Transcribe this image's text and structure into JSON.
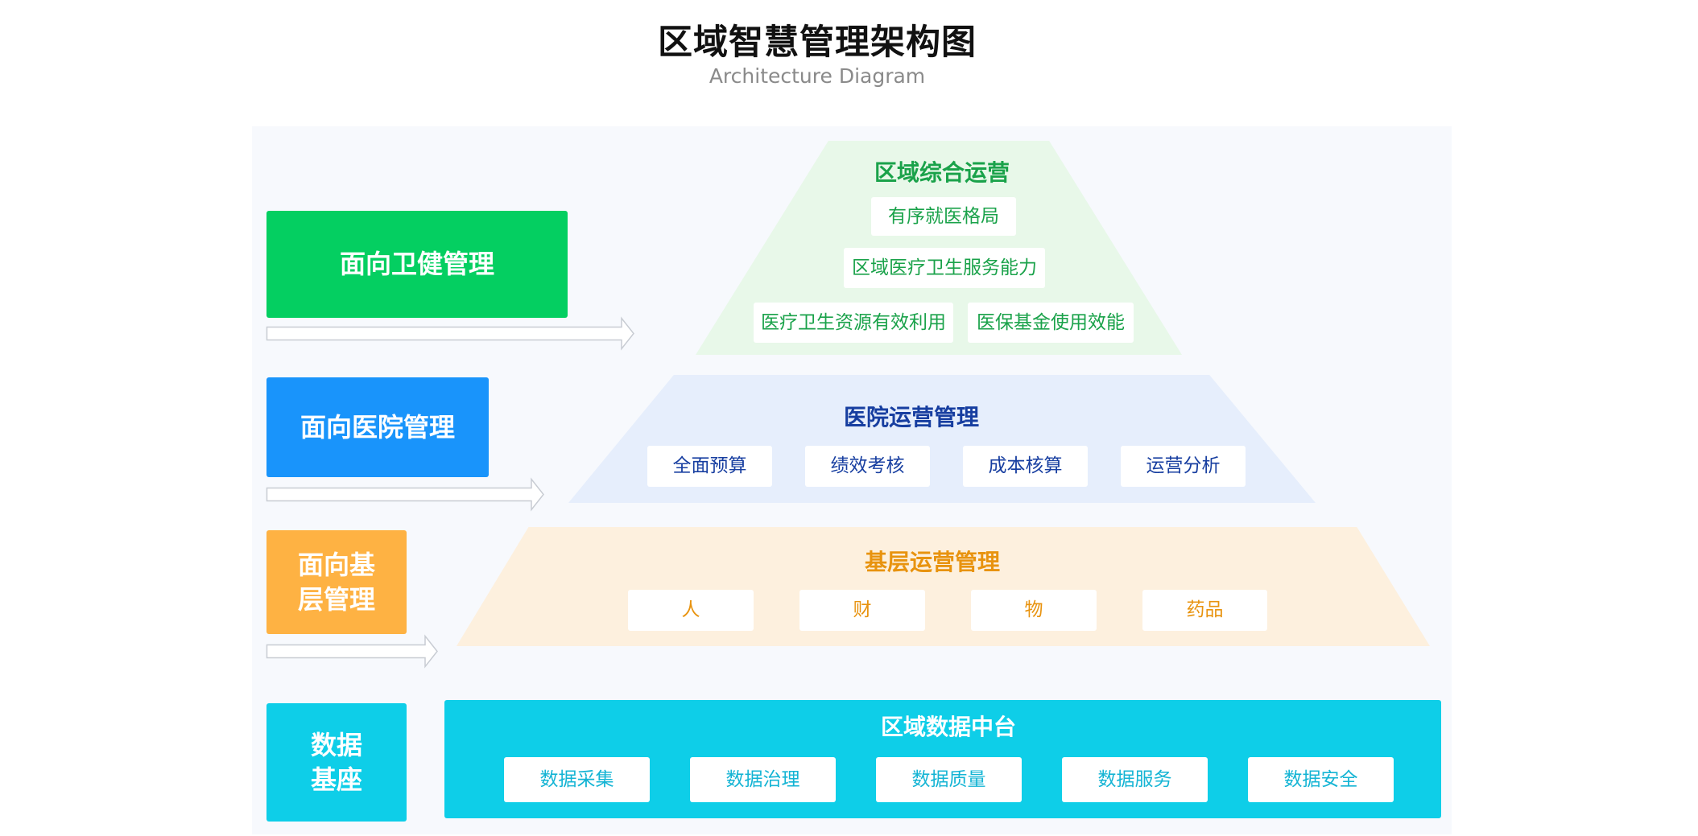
{
  "header": {
    "title": "区域智慧管理架构图",
    "subtitle": "Architecture Diagram"
  },
  "colors": {
    "green": "#04cf61",
    "blue": "#1994fb",
    "orange": "#feb243",
    "cyan": "#0ecee8",
    "panel": "#f7f9fd"
  },
  "side_labels": {
    "health_admin": "面向卫健管理",
    "hospital": "面向医院管理",
    "grassroots_line1": "面向基",
    "grassroots_line2": "层管理",
    "data_base_line1": "数据",
    "data_base_line2": "基座"
  },
  "top_layer": {
    "title": "区域综合运营",
    "items": [
      "有序就医格局",
      "区域医疗卫生服务能力",
      "医疗卫生资源有效利用",
      "医保基金使用效能"
    ]
  },
  "hospital_layer": {
    "title": "医院运营管理",
    "items": [
      "全面预算",
      "绩效考核",
      "成本核算",
      "运营分析"
    ]
  },
  "grassroots_layer": {
    "title": "基层运营管理",
    "items": [
      "人",
      "财",
      "物",
      "药品"
    ]
  },
  "data_platform": {
    "title": "区域数据中台",
    "items": [
      "数据采集",
      "数据治理",
      "数据质量",
      "数据服务",
      "数据安全"
    ]
  }
}
